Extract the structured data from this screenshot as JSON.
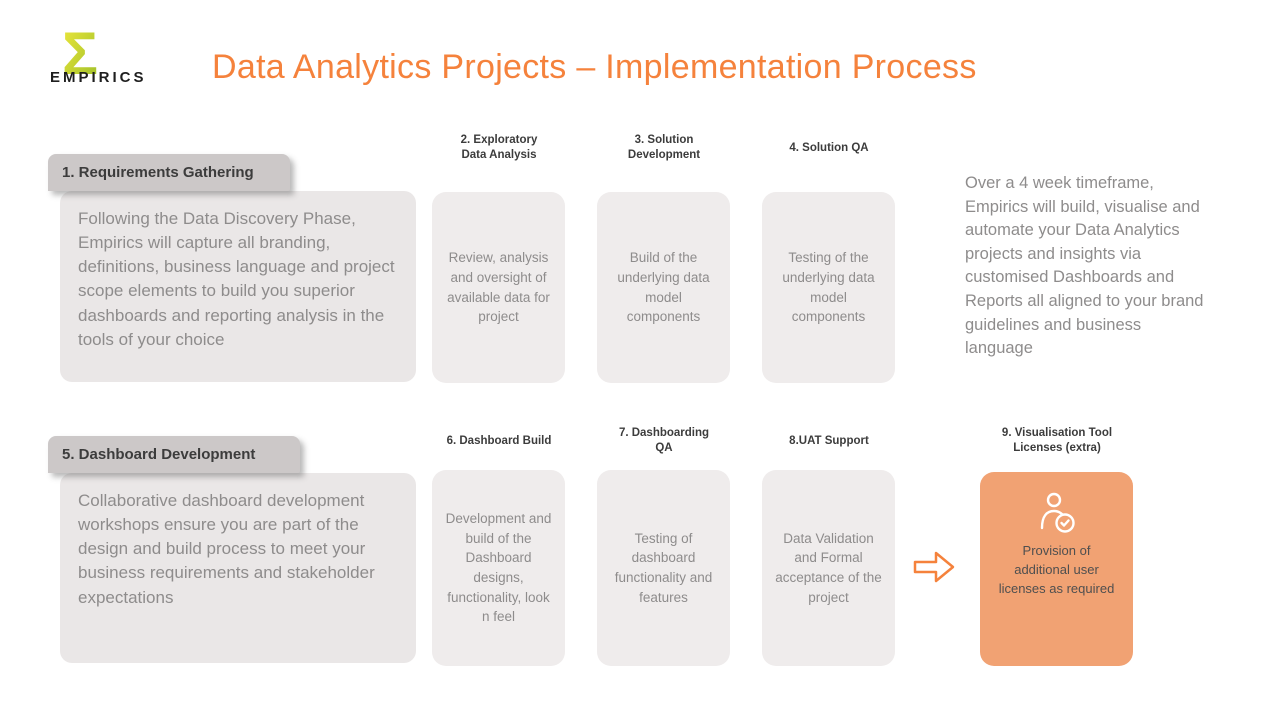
{
  "brand": {
    "name": "EMPIRICS",
    "logo_symbol": "Σ"
  },
  "title": "Data Analytics Projects – Implementation Process",
  "row1": {
    "main": {
      "title": "1. Requirements Gathering",
      "body": "Following the Data Discovery Phase, Empirics will capture all branding, definitions, business language and project scope elements to build you superior dashboards and reporting analysis in the tools of your choice"
    },
    "steps": [
      {
        "title": "2. Exploratory\nData Analysis",
        "body": "Review, analysis and oversight of available data for project"
      },
      {
        "title": "3. Solution\nDevelopment",
        "body": "Build of the underlying data model components"
      },
      {
        "title": "4. Solution QA",
        "body": "Testing of the underlying data model components"
      }
    ],
    "side_note": "Over a 4 week timeframe, Empirics will build, visualise and automate your Data Analytics projects and insights via customised Dashboards and Reports all aligned to your brand guidelines and business language"
  },
  "row2": {
    "main": {
      "title": "5. Dashboard Development",
      "body": "Collaborative dashboard development workshops ensure you are part of the design and build process to meet your business requirements and stakeholder expectations"
    },
    "steps": [
      {
        "title": "6. Dashboard Build",
        "body": "Development and build of the Dashboard designs, functionality, look n feel"
      },
      {
        "title": "7. Dashboarding\nQA",
        "body": "Testing of dashboard functionality and features"
      },
      {
        "title": "8.UAT Support",
        "body": "Data Validation and Formal acceptance of the project"
      }
    ],
    "final": {
      "title": "9. Visualisation Tool\nLicenses (extra)",
      "body": "Provision of additional user licenses as required",
      "icon": "user-check-icon"
    }
  },
  "colors": {
    "accent_orange": "#F5823C",
    "tab_gray": "#CCC8C8",
    "card_gray": "#EAE7E7",
    "step_gray": "#EFECEC",
    "highlight_orange": "#F1A273",
    "logo_yellow": "#EFE83C",
    "logo_green": "#9CBE29",
    "text_dark": "#3C3C3C",
    "text_gray": "#8E8C8C"
  }
}
